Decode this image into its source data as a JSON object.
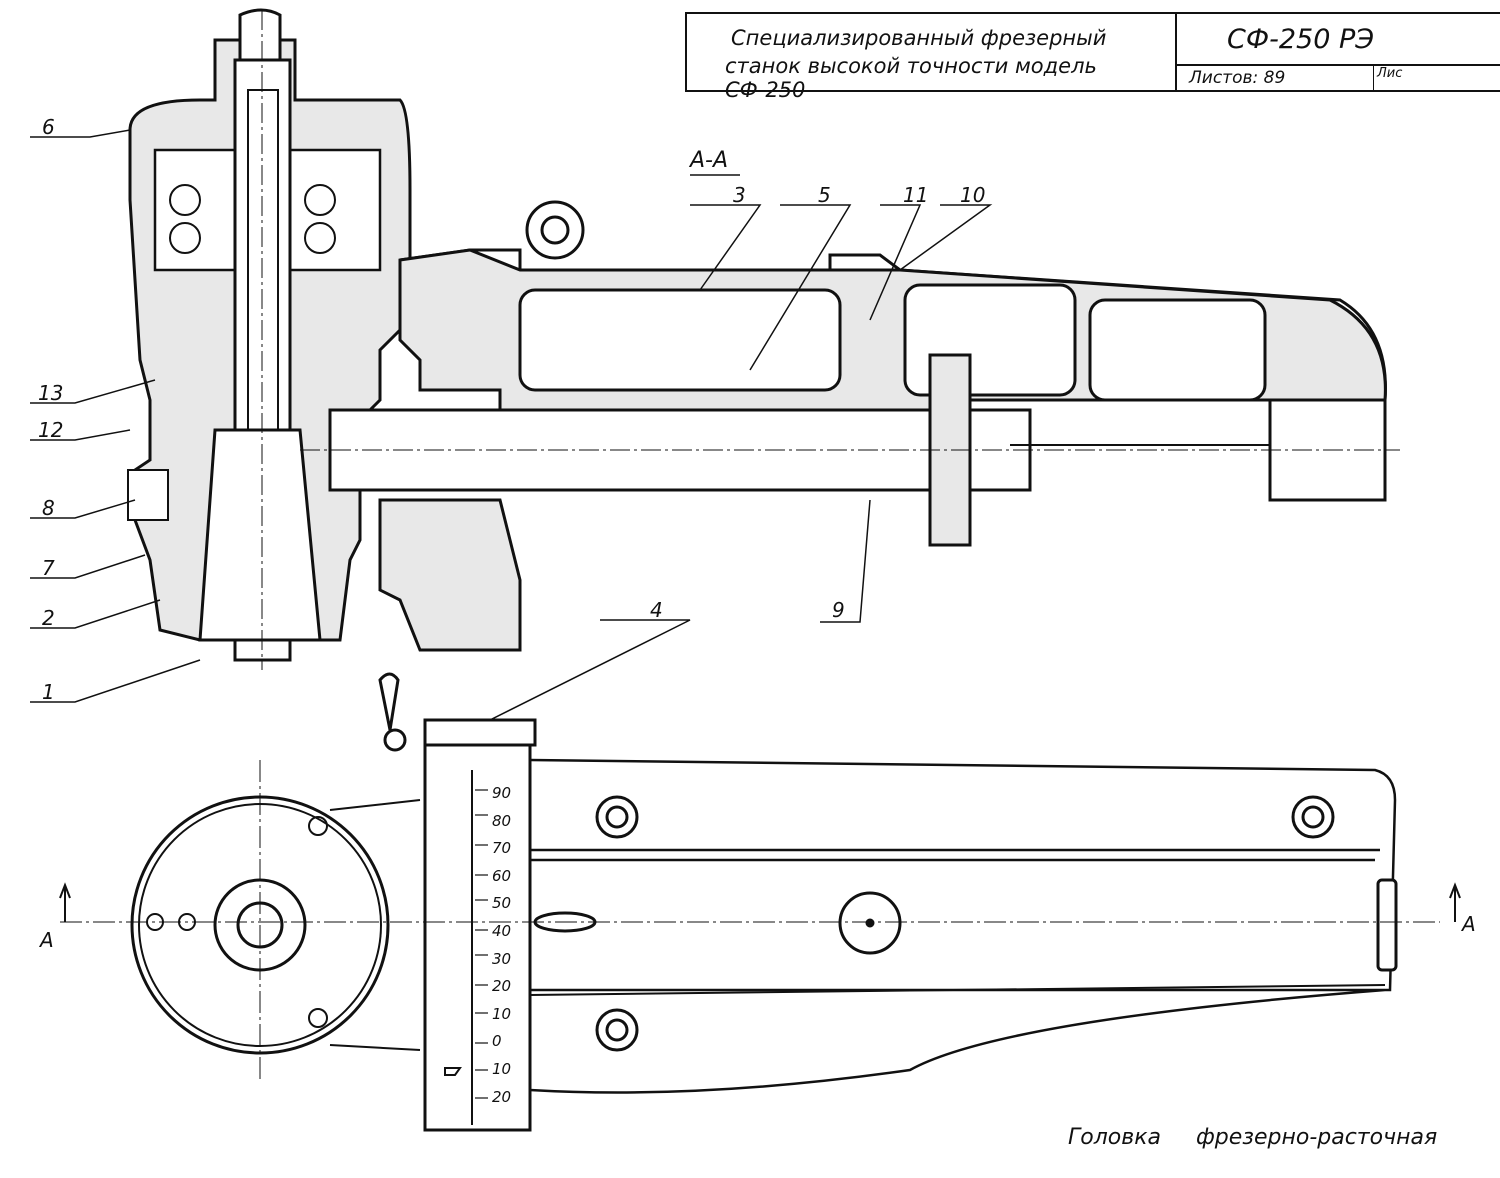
{
  "title_block": {
    "description_line1": "Специализированный фрезерный",
    "description_line2": "станок высокой точности модель СФ-250",
    "document_code": "СФ-250 РЭ",
    "sheets": "Листов: 89",
    "sheet_truncated": "Лис"
  },
  "section_title": "А-А",
  "section_markers": [
    "А",
    "А"
  ],
  "part_labels": {
    "left": [
      "6",
      "13",
      "12",
      "8",
      "7",
      "2",
      "1"
    ],
    "top": [
      "3",
      "5",
      "11",
      "10"
    ],
    "four": "4",
    "nine": "9"
  },
  "scale": {
    "ticks": [
      "90",
      "80",
      "70",
      "60",
      "50",
      "40",
      "30",
      "20",
      "10",
      "0",
      "10",
      "20"
    ]
  },
  "caption": "Головка фрезерно-расточная"
}
